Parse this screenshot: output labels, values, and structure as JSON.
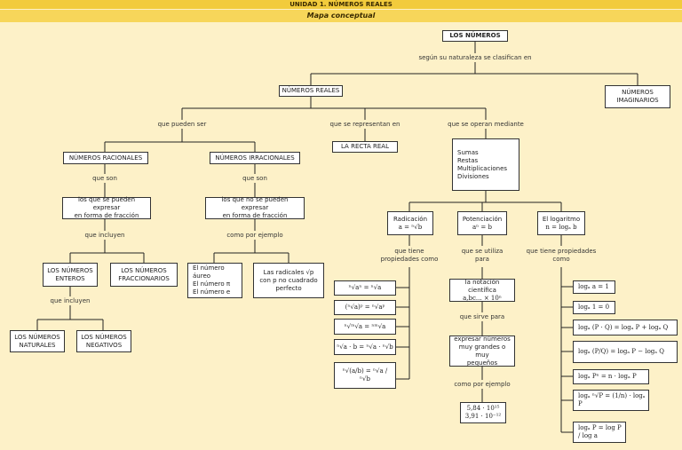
{
  "header": {
    "unit": "UNIDAD 1.  NÚMEROS REALES",
    "subtitle": "Mapa conceptual"
  },
  "root": "LOS NÚMEROS",
  "root_link": "según su naturaleza se clasifican en",
  "reales": "NÚMEROS REALES",
  "imaginarios": [
    "NÚMEROS",
    "IMAGINARIOS"
  ],
  "links": {
    "pueden_ser": "que pueden ser",
    "representan": "que se representan en",
    "operan": "que se operan mediante",
    "son1": "que son",
    "son2": "que son",
    "incluyen1": "que incluyen",
    "ejemplo1": "como por ejemplo",
    "incluyen2": "que incluyen",
    "propiedades1": [
      "que tiene",
      "propiedades como"
    ],
    "utiliza": [
      "que se utiliza",
      "para"
    ],
    "propiedades2": [
      "que tiene propiedades",
      "como"
    ],
    "sirve": "que sirve para",
    "ejemplo2": "como por ejemplo"
  },
  "racionales": "NÚMEROS RACIONALES",
  "irracionales": "NÚMEROS IRRACIONALES",
  "recta": "LA RECTA REAL",
  "operaciones": [
    "Sumas",
    "Restas",
    "Multiplicaciones",
    "Divisiones"
  ],
  "racionales_def": [
    "los que se pueden expresar",
    "en forma de fracción"
  ],
  "irracionales_def": [
    "los que no se pueden expresar",
    "en forma de fracción"
  ],
  "enteros": [
    "LOS NÚMEROS",
    "ENTEROS"
  ],
  "fraccionarios": [
    "LOS NÚMEROS",
    "FRACCIONARIOS"
  ],
  "ej_irracionales": [
    "El número áureo",
    "El número π",
    "El número e"
  ],
  "radicales": [
    "Las radicales √p",
    "con p no cuadrado",
    "perfecto"
  ],
  "naturales": [
    "LOS NÚMEROS",
    "NATURALES"
  ],
  "negativos": [
    "LOS NÚMEROS",
    "NEGATIVOS"
  ],
  "radicacion": [
    "Radicación",
    "a = ⁿ√b"
  ],
  "potenciacion": [
    "Potenciación",
    "aⁿ = b"
  ],
  "logaritmo": [
    "El logaritmo",
    "n = logₐ b"
  ],
  "notacion": [
    "la notación científica",
    "a,bc... × 10ⁿ"
  ],
  "expresar": [
    "expresar números",
    "muy grandes o muy",
    "pequeños"
  ],
  "ejemplos_notacion": [
    "5,84 · 10¹⁵",
    "3,91 · 10⁻¹²"
  ],
  "prop_radicales": [
    "ⁿ√aⁿ = ⁿ√a",
    "(ⁿ√a)ᵖ = ⁿ√aᵖ",
    "ⁿ√ᵐ√a = ⁿᵐ√a",
    "ⁿ√a · b = ⁿ√a · ⁿ√b",
    "ⁿ√(a/b) = ⁿ√a / ⁿ√b"
  ],
  "prop_log": [
    "logₐ a = 1",
    "logₐ 1 = 0",
    "logₐ (P · Q) = logₐ P + logₐ Q",
    "logₐ (P/Q) = logₐ P − logₐ Q",
    "logₐ Pⁿ = n · logₐ P",
    "logₐ ⁿ√P = (1/n) · logₐ P",
    "logₐ P = log P / log a"
  ]
}
